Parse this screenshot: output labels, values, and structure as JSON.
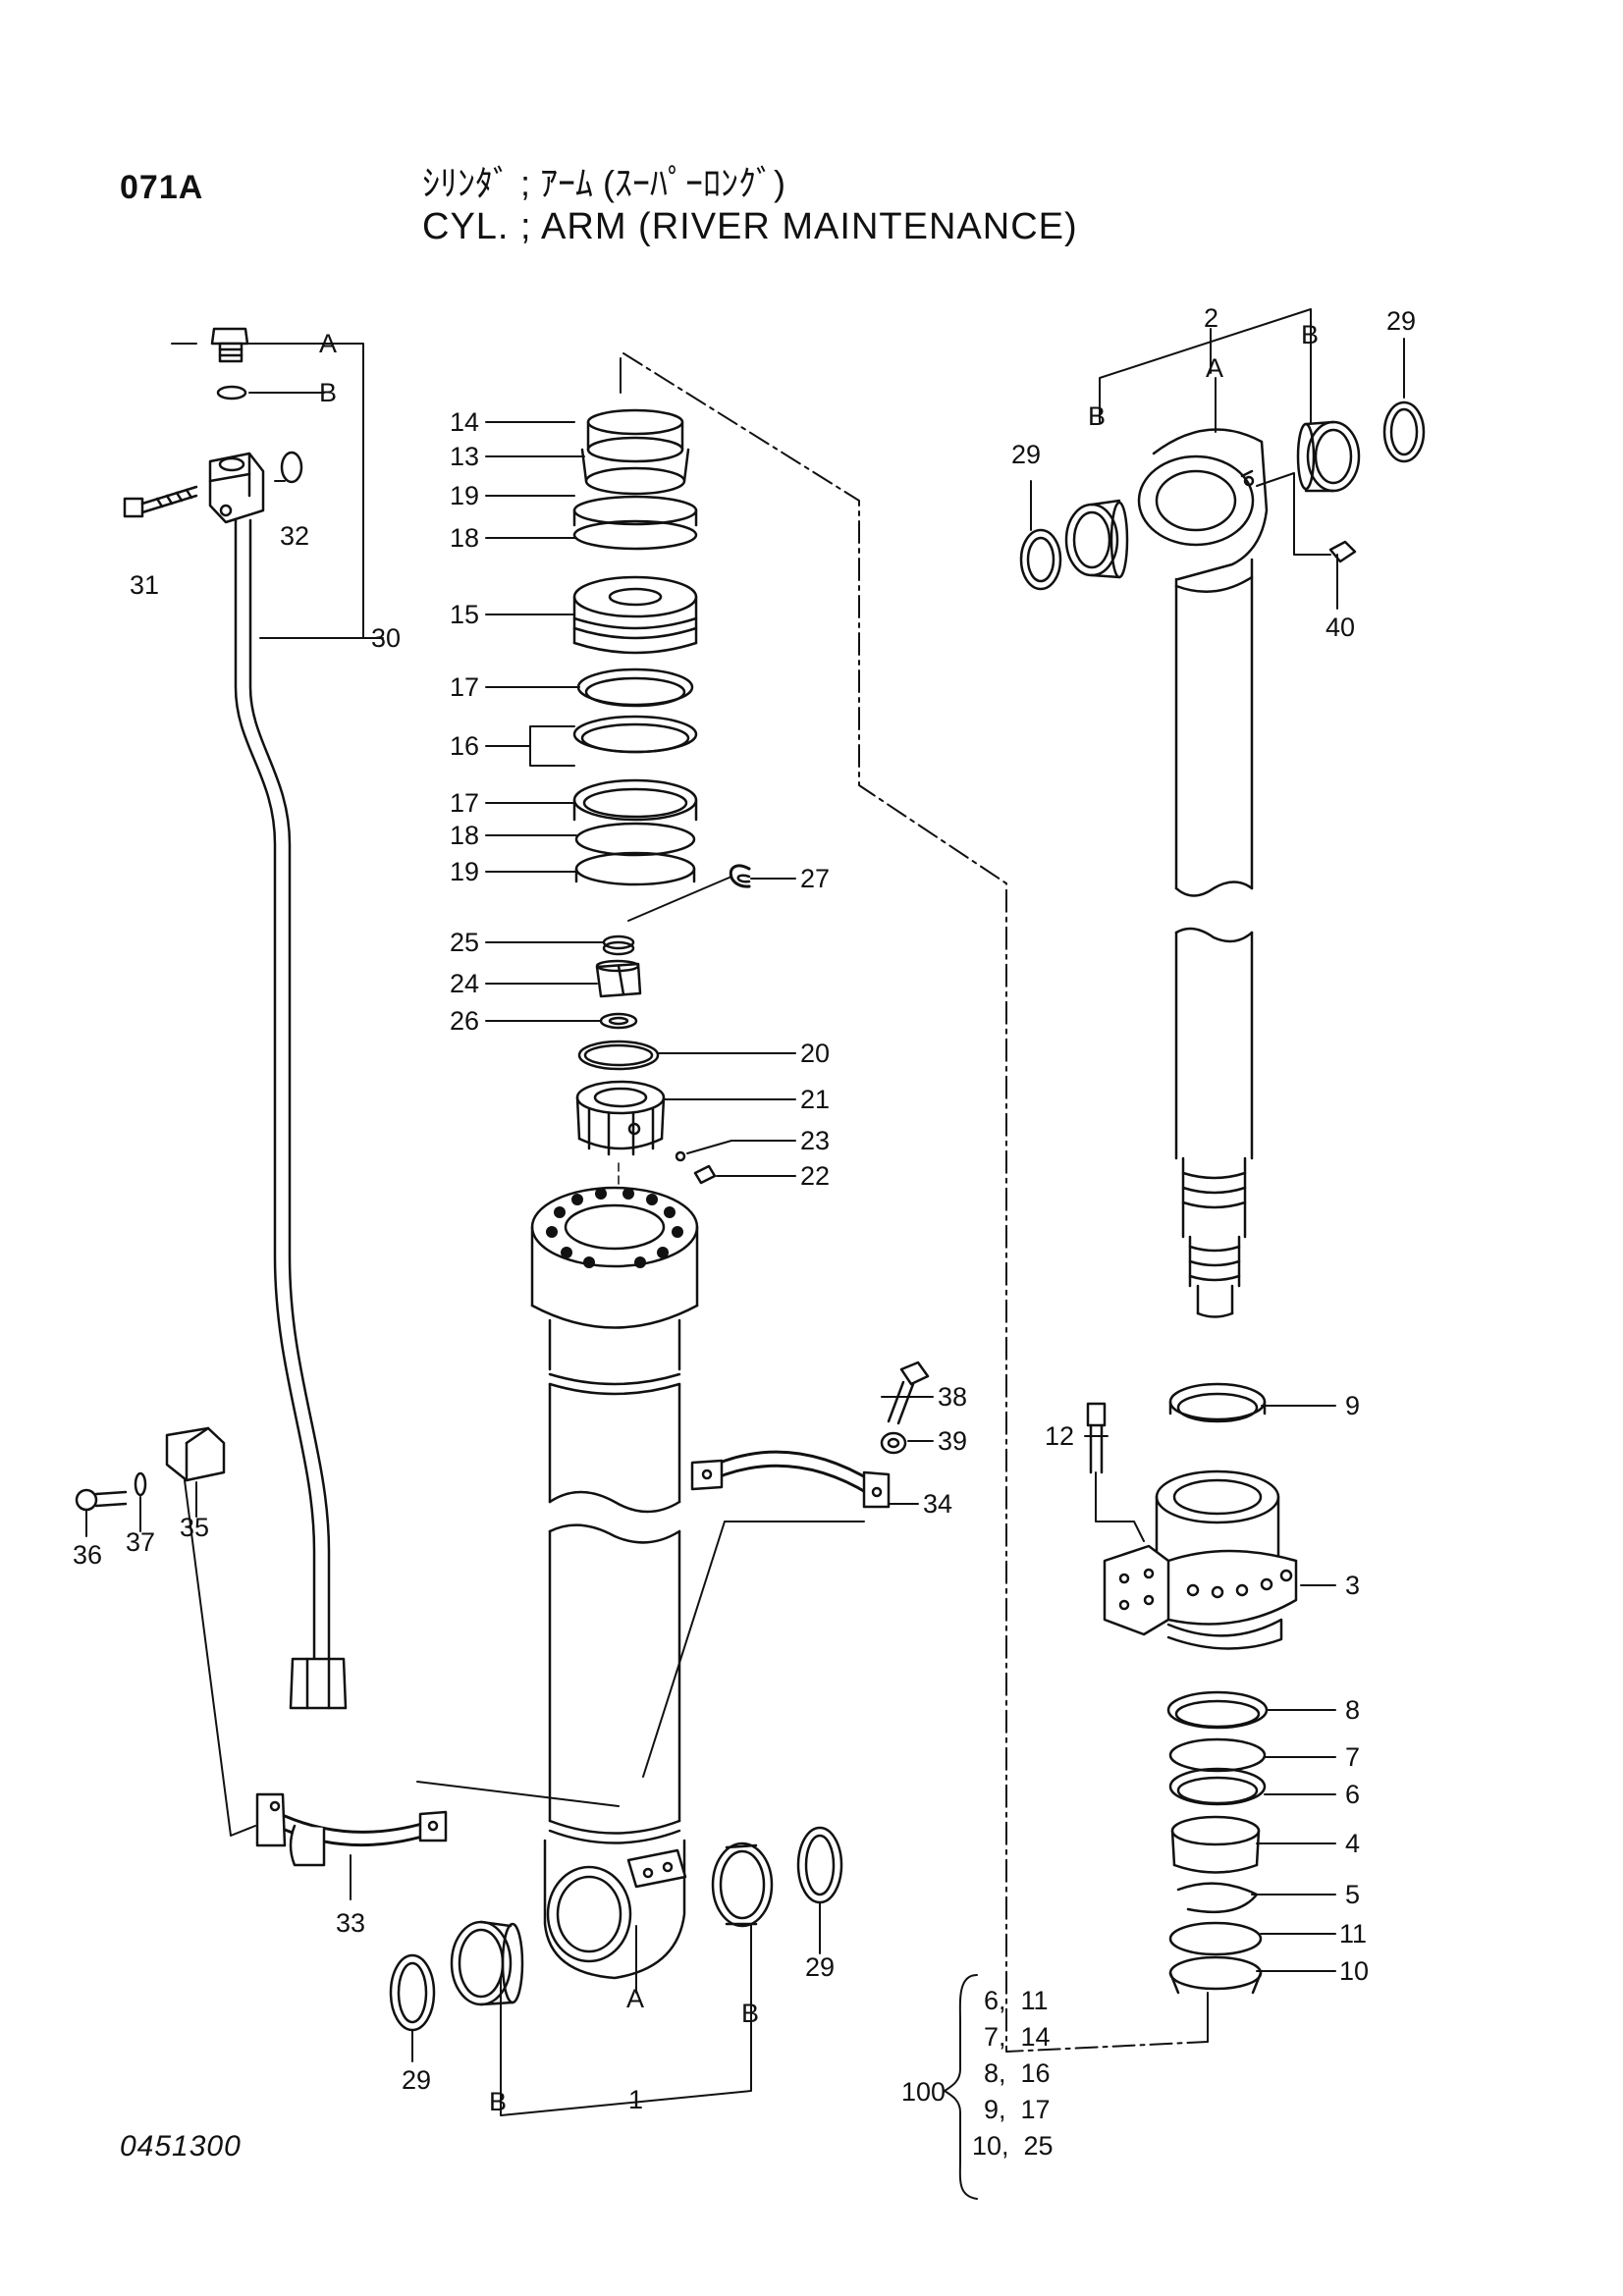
{
  "header": {
    "page_code": "071A",
    "title_jp": "ｼﾘﾝﾀﾞ ; ｱｰﾑ (ｽｰﾊﾟｰﾛﾝｸﾞ)",
    "title_en": "CYL. ; ARM (RIVER MAINTENANCE)"
  },
  "footer": {
    "drawing_number": "0451300"
  },
  "callouts": {
    "p1": "1",
    "p2": "2",
    "p3": "3",
    "p4": "4",
    "p5": "5",
    "p6": "6",
    "p7": "7",
    "p8": "8",
    "p9": "9",
    "p10": "10",
    "p11": "11",
    "p12": "12",
    "p13": "13",
    "p14": "14",
    "p15": "15",
    "p16": "16",
    "p17": "17",
    "p18": "18",
    "p19": "19",
    "p20": "20",
    "p21": "21",
    "p22": "22",
    "p23": "23",
    "p24": "24",
    "p25": "25",
    "p26": "26",
    "p27": "27",
    "p29": "29",
    "p30": "30",
    "p31": "31",
    "p32": "32",
    "p33": "33",
    "p34": "34",
    "p35": "35",
    "p36": "36",
    "p37": "37",
    "p38": "38",
    "p39": "39",
    "p40": "40",
    "A": "A",
    "B": "B"
  },
  "seal_kit": {
    "number": "100",
    "rows": [
      "6,  11",
      "7,  14",
      "8,  16",
      "9,  17",
      "10,  25"
    ]
  }
}
